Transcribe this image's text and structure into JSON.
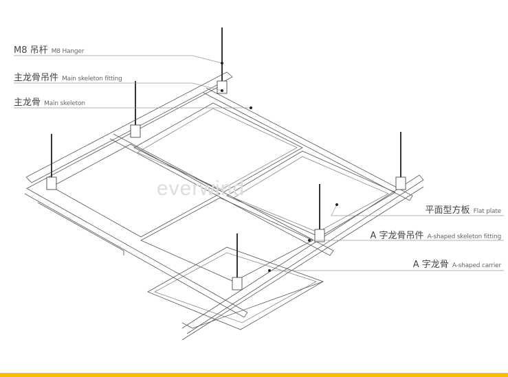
{
  "labels": {
    "hanger": {
      "zh": "M8 吊杆",
      "en": "M8 Hanger"
    },
    "main_fitting": {
      "zh": "主龙骨吊件",
      "en": "Main skeleton fitting"
    },
    "main_skeleton": {
      "zh": "主龙骨",
      "en": "Main skeleton"
    },
    "flat_plate": {
      "zh": "平面型方板",
      "en": "Flat plate"
    },
    "a_fitting": {
      "zh": "A 字龙骨吊件",
      "en": "A-shaped skeleton fitting"
    },
    "a_carrier": {
      "zh": "A 字龙骨",
      "en": "A-shaped carrier"
    }
  },
  "watermark": "everwind",
  "colors": {
    "line": "#555555",
    "leader": "#999999",
    "bottom_bar": "#f5c000"
  }
}
